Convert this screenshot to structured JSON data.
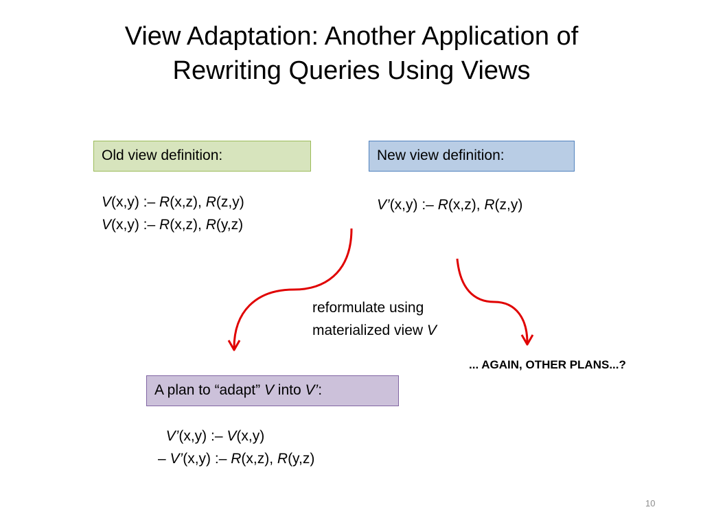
{
  "title": {
    "line1": "View Adaptation: Another Application of",
    "line2": "Rewriting Queries Using Views"
  },
  "old_view": {
    "label": "Old view definition:",
    "rules": [
      [
        "V",
        "(x,y) :– ",
        "R",
        "(x,z), ",
        "R",
        "(z,y)"
      ],
      [
        "V",
        "(x,y) :– ",
        "R",
        "(x,z), ",
        "R",
        "(y,z)"
      ]
    ]
  },
  "new_view": {
    "label": "New view definition:",
    "rules": [
      [
        "V’",
        "(x,y) :– ",
        "R",
        "(x,z), ",
        "R",
        "(z,y)"
      ]
    ]
  },
  "reformulate_note": {
    "line1": "reformulate using",
    "line2_prefix": "materialized view ",
    "line2_var": "V"
  },
  "again_note": "... AGAIN, OTHER PLANS...?",
  "plan": {
    "label_parts": [
      "A plan to “adapt” ",
      "V",
      " into ",
      "V’",
      ":"
    ],
    "rules": [
      [
        "  ",
        "V’",
        "(x,y) :– ",
        "V",
        "(x,y)"
      ],
      [
        "– ",
        "V’",
        "(x,y) :– ",
        "R",
        "(x,z), ",
        "R",
        "(y,z)"
      ]
    ]
  },
  "page_number": "10",
  "colors": {
    "old_box_fill": "#d7e4bd",
    "old_box_border": "#9bbb59",
    "new_box_fill": "#b9cde5",
    "new_box_border": "#4f81bd",
    "plan_box_fill": "#ccc1da",
    "plan_box_border": "#8064a2",
    "arrow": "#e00000"
  }
}
